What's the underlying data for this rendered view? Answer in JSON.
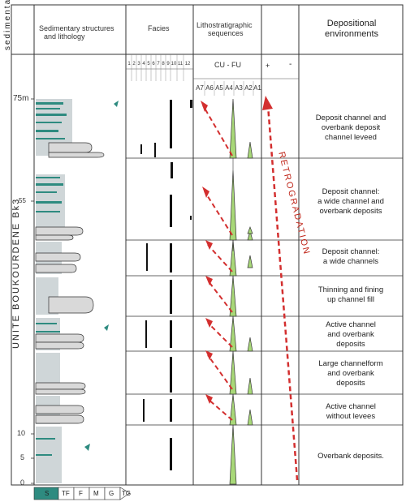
{
  "headers": {
    "unit": "sedimentary unit",
    "structures": [
      "Sedimentary structures",
      "and lithology"
    ],
    "facies": "Facies",
    "litho": [
      "Lithostratigraphic",
      "sequences"
    ],
    "environments": [
      "Depositional",
      "environments"
    ]
  },
  "facies_numbers": [
    "1",
    "2",
    "3",
    "4",
    "5",
    "6",
    "7",
    "8",
    "9",
    "10",
    "11",
    "12"
  ],
  "sequence_label": "CU - FU",
  "plus_label": "+",
  "minus_label": "-",
  "a_labels": [
    "A7",
    "A6",
    "A5",
    "A4",
    "A3",
    "A2",
    "A1"
  ],
  "depth_labels": {
    "top": "75m",
    "d55": "55",
    "d10": "10",
    "d5": "5",
    "d0": "0"
  },
  "unit_name": "UNITE BOUKOURDENE Bk3",
  "retro_label": "RETROGRADATION",
  "grain_scale": [
    "S",
    "TF",
    "F",
    "M",
    "G",
    "TG"
  ],
  "environments": [
    [
      "Deposit channel and",
      "overbank deposit",
      "channel leveed"
    ],
    [
      "Deposit channel:",
      "a wide channel and",
      "overbank deposits"
    ],
    [
      "Deposit channel:",
      "a wide channels"
    ],
    [
      "Thinning and fining",
      "up channel fill"
    ],
    [
      "Active channel",
      "and overbank",
      "deposits"
    ],
    [
      "Large channelform",
      "and overbank",
      "deposits"
    ],
    [
      "Active channel",
      "without levees"
    ],
    [
      "Overbank  deposits."
    ]
  ],
  "colors": {
    "teal": "#2e8b80",
    "green": "#a8d878",
    "red": "#d32f2f",
    "line": "#333333"
  }
}
